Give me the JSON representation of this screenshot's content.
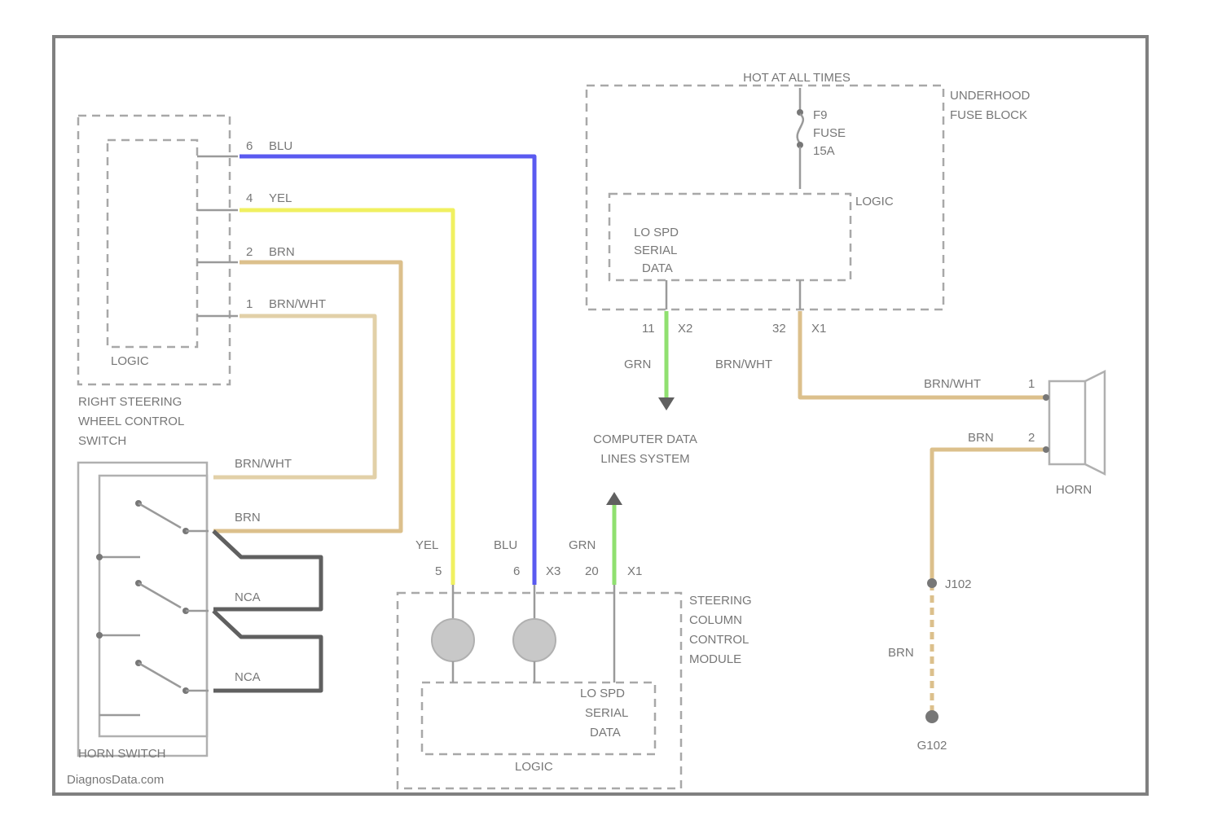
{
  "diagram": {
    "frame_label": "HOT AT ALL TIMES",
    "fuse_block": {
      "name_line1": "UNDERHOOD",
      "name_line2": "FUSE BLOCK",
      "fuse_id": "F9",
      "fuse_word": "FUSE",
      "fuse_rating": "15A",
      "logic": "LOGIC",
      "serial_line1": "LO SPD",
      "serial_line2": "SERIAL",
      "serial_line3": "DATA",
      "pin_a": "11",
      "conn_a": "X2",
      "pin_b": "32",
      "conn_b": "X1"
    },
    "right_switch": {
      "logic": "LOGIC",
      "name_line1": "RIGHT STEERING",
      "name_line2": "WHEEL CONTROL",
      "name_line3": "SWITCH",
      "pin1": "6",
      "wire1": "BLU",
      "pin2": "4",
      "wire2": "YEL",
      "pin3": "2",
      "wire3": "BRN",
      "pin4": "1",
      "wire4": "BRN/WHT"
    },
    "horn_switch": {
      "name": "HORN SWITCH",
      "wire_top": "BRN/WHT",
      "wire_mid": "BRN",
      "nca1": "NCA",
      "nca2": "NCA"
    },
    "computer_data": {
      "line1": "COMPUTER DATA",
      "line2": "LINES SYSTEM",
      "wire_top": "GRN",
      "wire_bottom": "GRN"
    },
    "fuse_wire": "BRN/WHT",
    "column_module": {
      "name_line1": "STEERING",
      "name_line2": "COLUMN",
      "name_line3": "CONTROL",
      "name_line4": "MODULE",
      "wire_yel": "YEL",
      "wire_blu": "BLU",
      "pin_yel": "5",
      "pin_blu": "6",
      "conn_a": "X3",
      "pin_grn": "20",
      "conn_b": "X1",
      "serial_line1": "LO SPD",
      "serial_line2": "SERIAL",
      "serial_line3": "DATA",
      "logic": "LOGIC"
    },
    "horn": {
      "name": "HORN",
      "wire_in": "BRN/WHT",
      "pin_in": "1",
      "wire_out": "BRN",
      "pin_out": "2",
      "splice": "J102",
      "ground_wire": "BRN",
      "ground": "G102"
    },
    "watermark": "DiagnosData.com"
  },
  "colors": {
    "blue": "#5a5af0",
    "yellow": "#f0f060",
    "tan": "#dcc08c",
    "green": "#90e070",
    "dark": "#606060"
  }
}
